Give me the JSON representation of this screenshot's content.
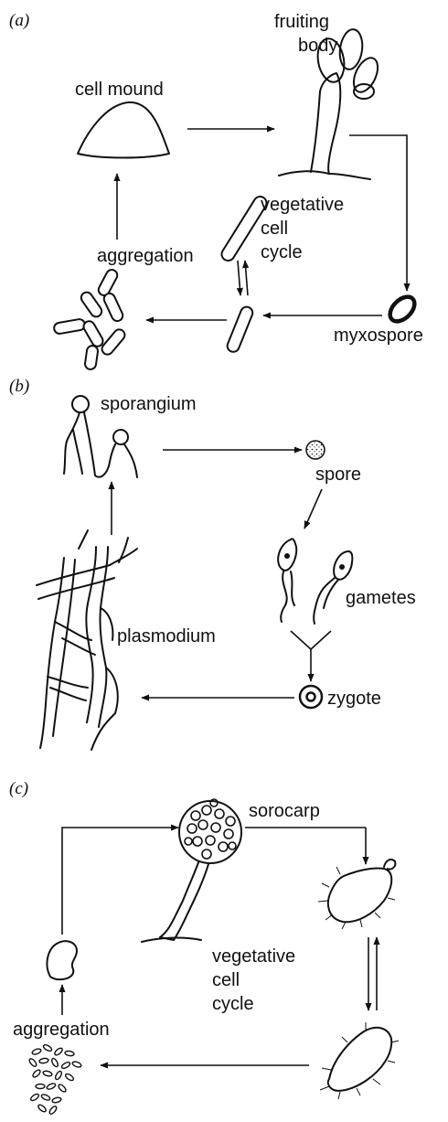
{
  "panels": [
    {
      "label": "(a)",
      "stages": {
        "fruiting_body": "fruiting\nbody",
        "cell_mound": "cell mound",
        "vegetative_cycle": "vegetative\ncell\ncycle",
        "aggregation": "aggregation",
        "myxospore": "myxospore"
      }
    },
    {
      "label": "(b)",
      "stages": {
        "sporangium": "sporangium",
        "spore": "spore",
        "gametes": "gametes",
        "plasmodium": "plasmodium",
        "zygote": "zygote"
      }
    },
    {
      "label": "(c)",
      "stages": {
        "sorocarp": "sorocarp",
        "vegetative_cycle": "vegetative\ncell\ncycle",
        "aggregation": "aggregation"
      }
    }
  ]
}
